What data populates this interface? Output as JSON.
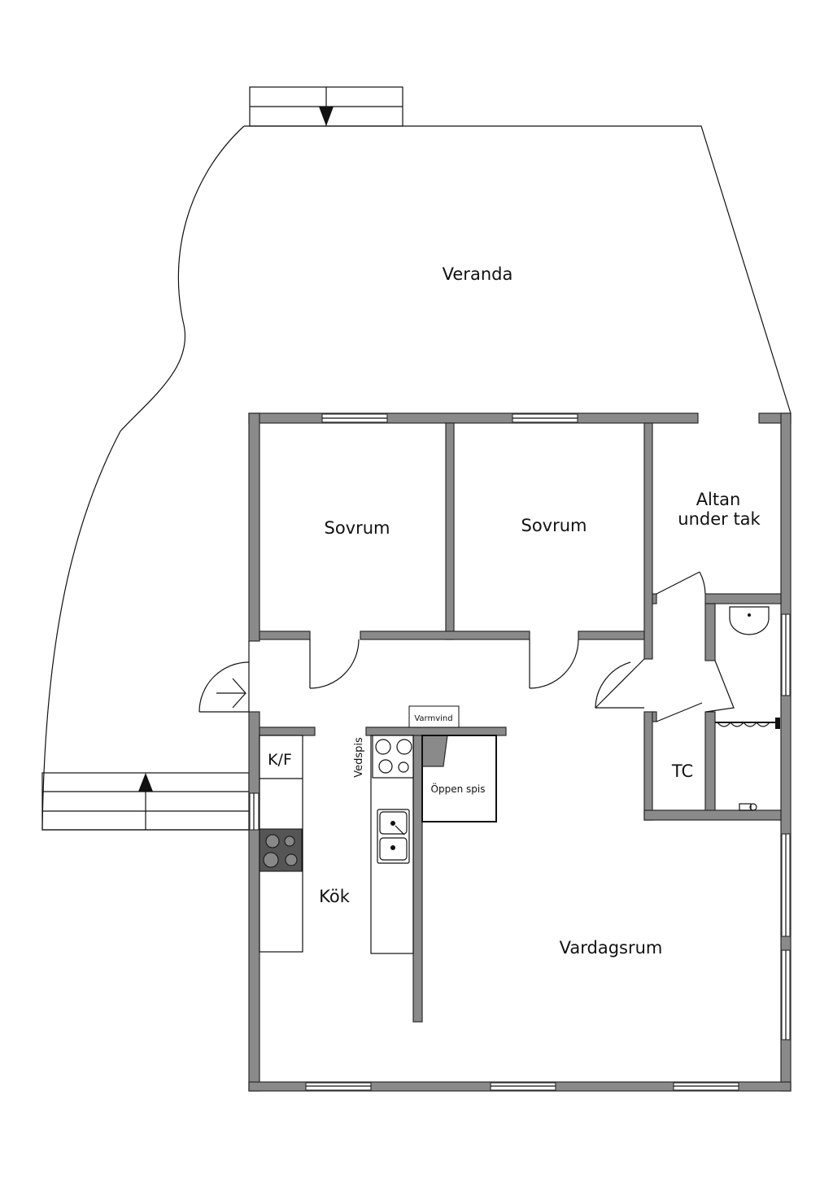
{
  "plan": {
    "rooms": {
      "veranda": "Veranda",
      "bedroom_1": "Sovrum",
      "bedroom_2": "Sovrum",
      "altan_line1": "Altan",
      "altan_line2": "under tak",
      "kitchen": "Kök",
      "fridge_freezer": "K/F",
      "toilet": "TC",
      "living_room": "Vardagsrum"
    },
    "fixtures": {
      "warm_attic": "Varmvind",
      "wood_stove": "Vedspis",
      "fireplace": "Öppen spis"
    },
    "icons": [
      "entrance-arrow-icon",
      "stairs-down-arrow-icon",
      "stairs-up-arrow-icon",
      "stove-icon",
      "sink-icon",
      "washbasin-icon",
      "shower-icon",
      "toilet-icon"
    ]
  }
}
